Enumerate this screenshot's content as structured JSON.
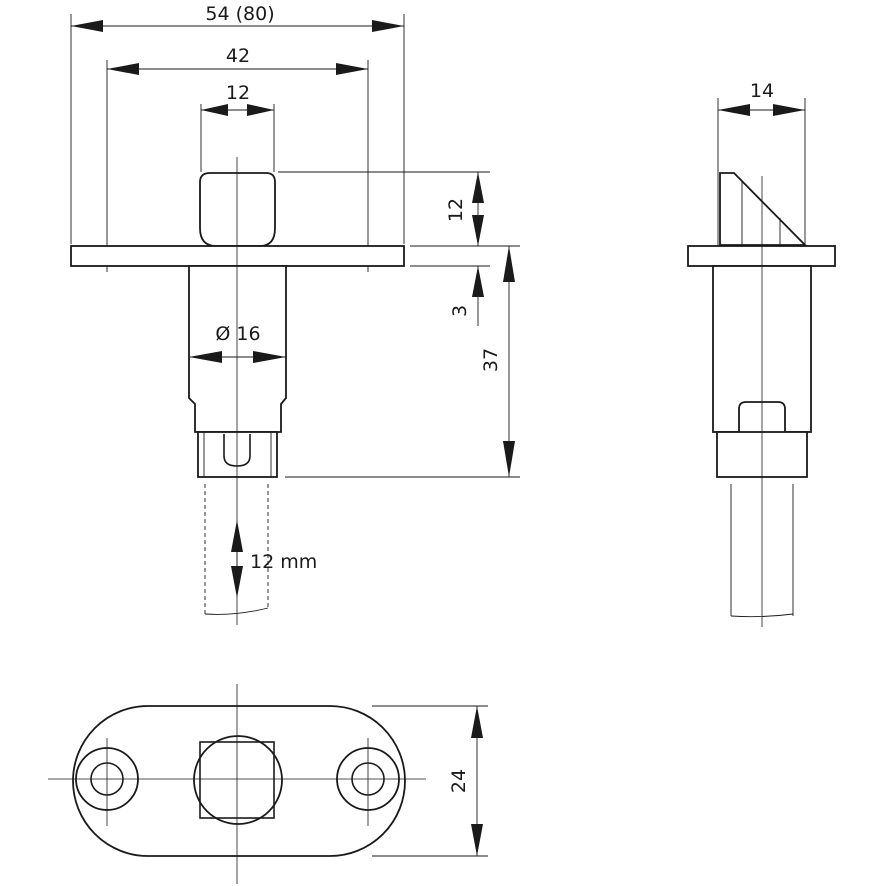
{
  "drawing": {
    "front_view": {
      "dim_total_width": "54 (80)",
      "dim_hole_spacing": "42",
      "dim_bolt_width": "12",
      "dim_bolt_height": "12",
      "dim_flange_thickness": "3",
      "dim_body_length": "37",
      "dim_diameter": "Ø 16",
      "dim_stroke": "12 mm"
    },
    "side_view": {
      "dim_bolt_depth": "14"
    },
    "bottom_view": {
      "dim_flange_height": "24"
    }
  }
}
